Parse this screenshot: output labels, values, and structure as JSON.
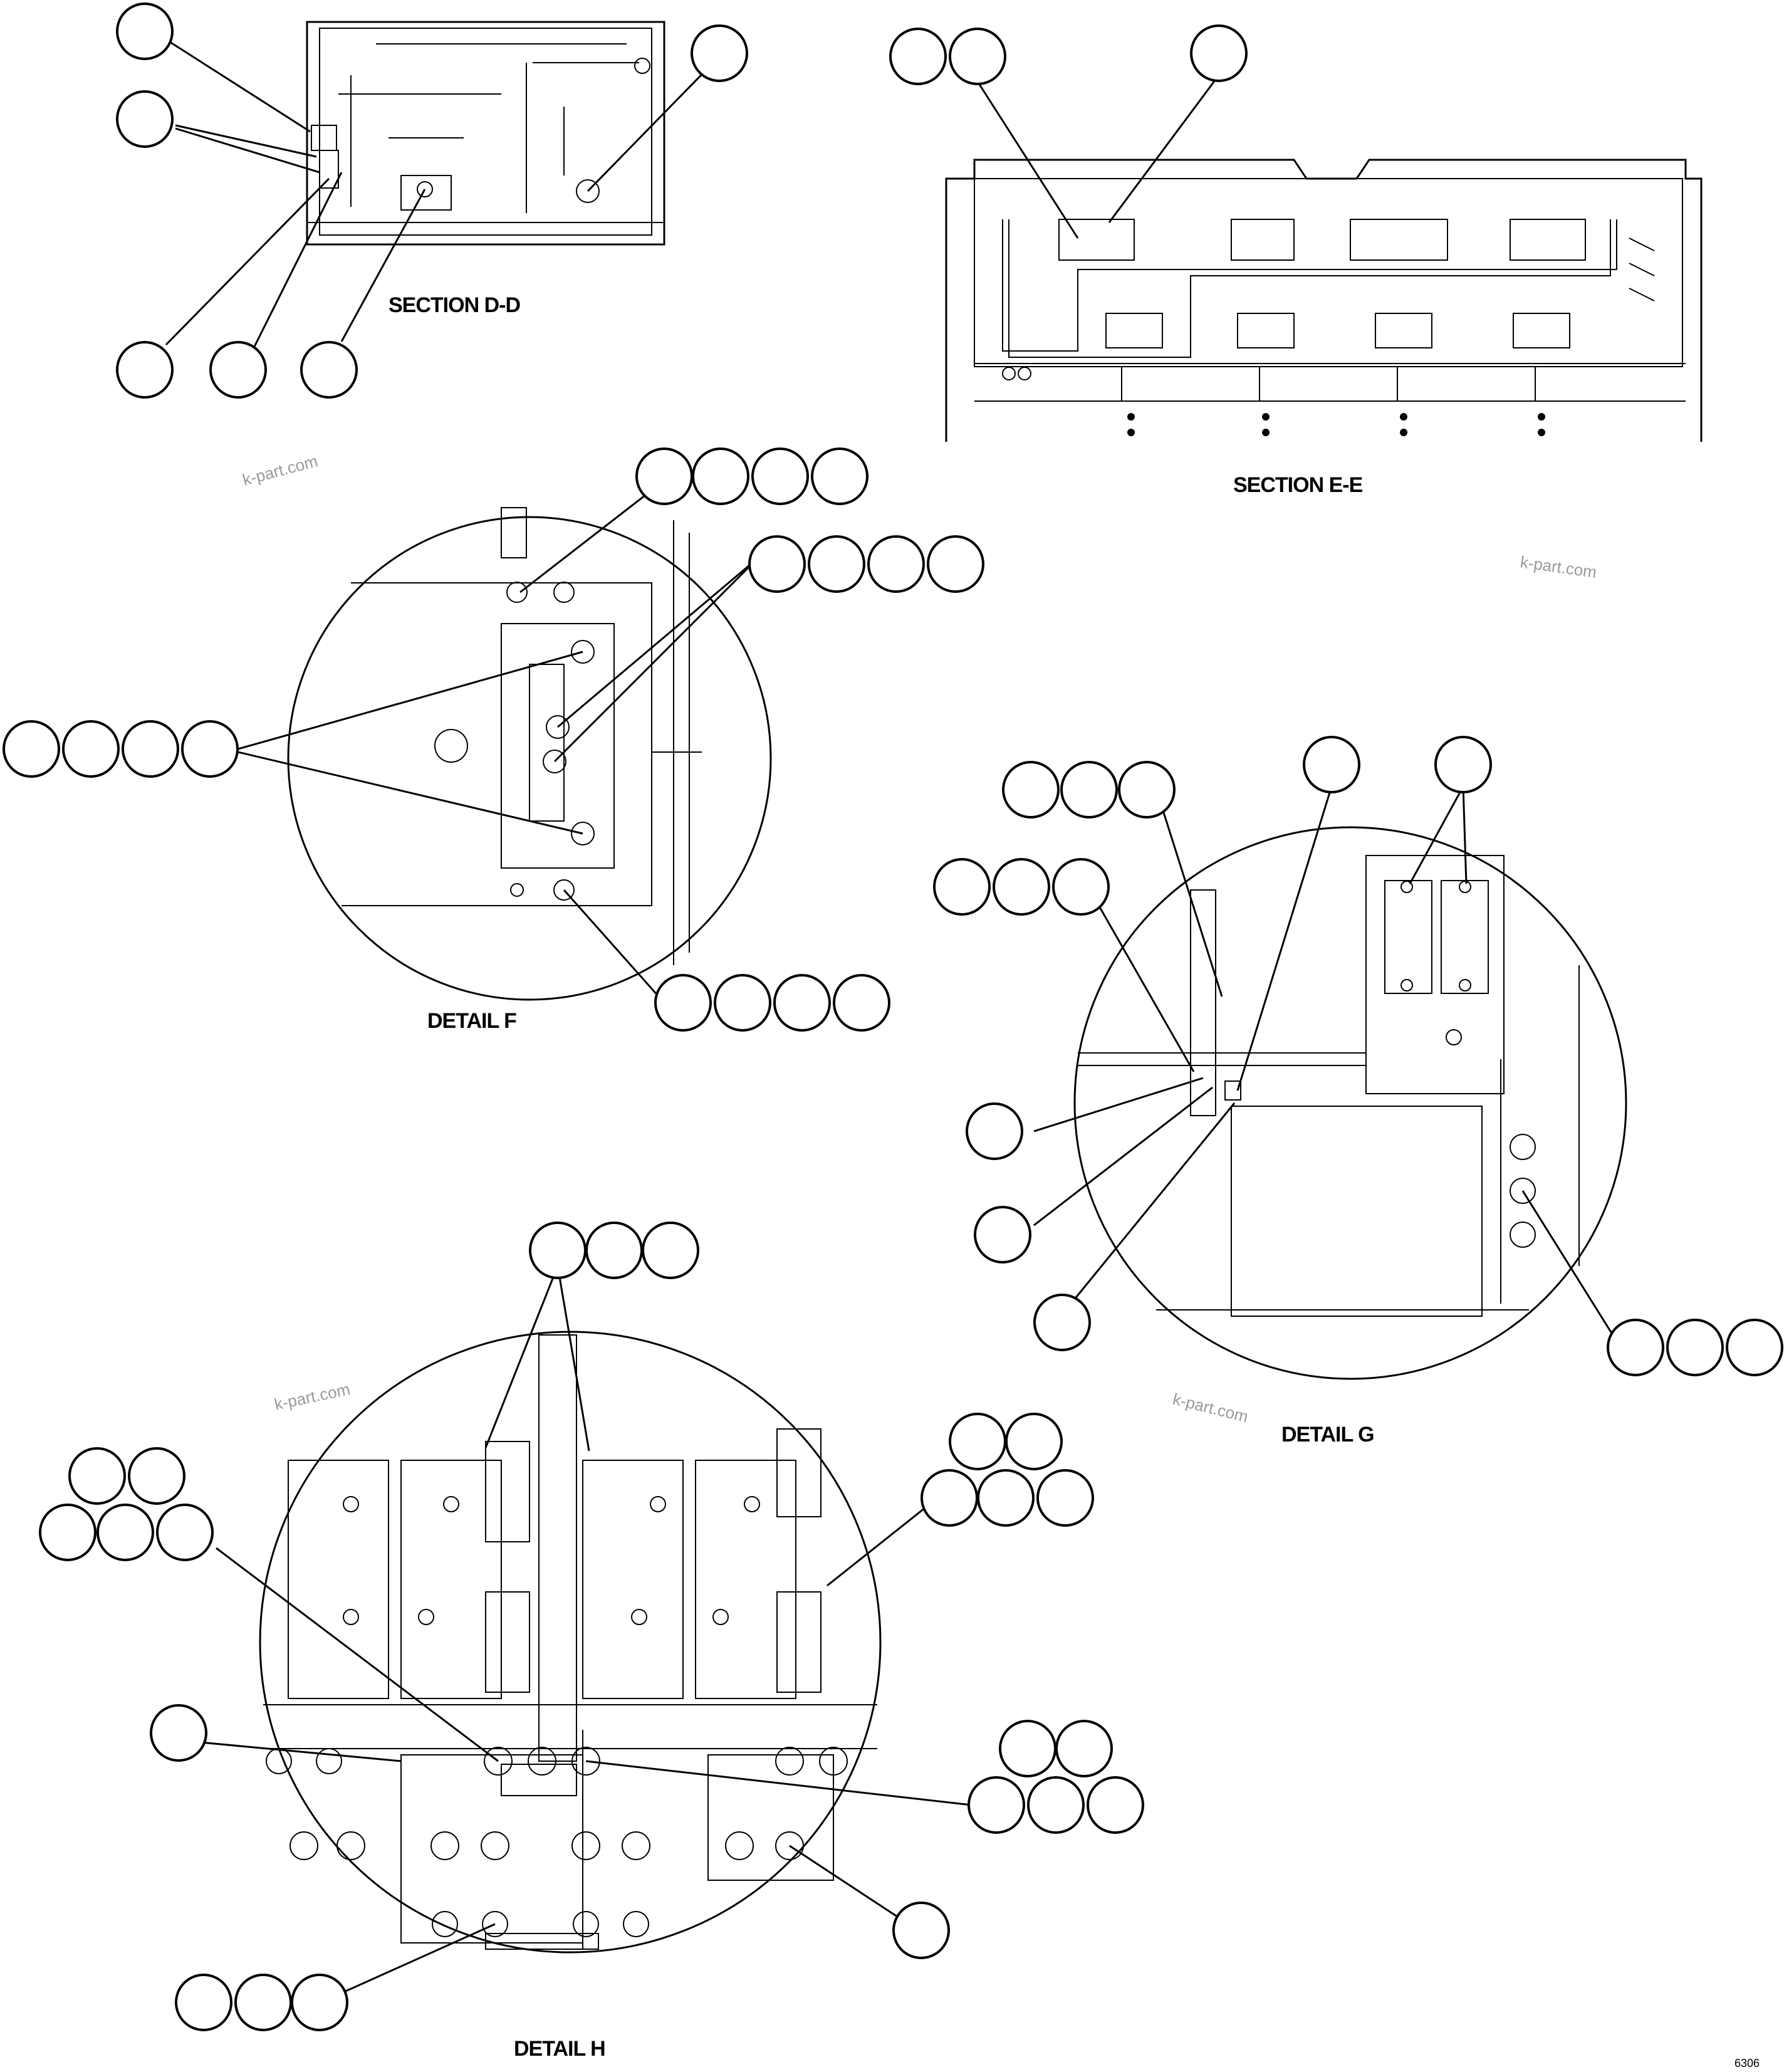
{
  "labels": {
    "section_dd": "SECTION D-D",
    "section_ee": "SECTION E-E",
    "detail_f": "DETAIL F",
    "detail_g": "DETAIL G",
    "detail_h": "DETAIL H",
    "doc_code": "6306"
  },
  "watermarks": [
    "k-part.com",
    "k-part.com",
    "k-part.com",
    "k-part.com"
  ],
  "callout_bubble_groups": {
    "section_dd": [
      1,
      1,
      1,
      1,
      1
    ],
    "section_dd_right": [
      1
    ],
    "section_ee": [
      2,
      1
    ],
    "detail_f": [
      4,
      4,
      4,
      4
    ],
    "detail_g": [
      3,
      1,
      1,
      3,
      1,
      1,
      1,
      3
    ],
    "detail_h": [
      3,
      5,
      5,
      1,
      5,
      1,
      3
    ]
  }
}
